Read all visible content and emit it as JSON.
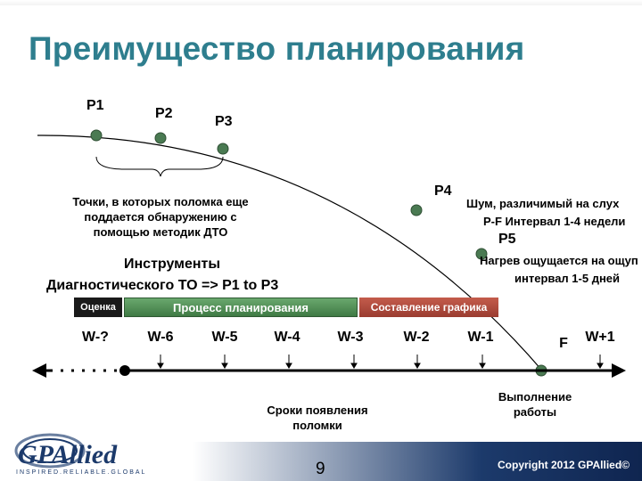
{
  "title": "Преимущество планирования",
  "points": [
    {
      "label": "P1"
    },
    {
      "label": "P2"
    },
    {
      "label": "P3"
    },
    {
      "label": "P4"
    },
    {
      "label": "P5"
    }
  ],
  "notes": {
    "p1_p3": [
      "Точки, в которых поломка еще",
      "поддается обнаружению с",
      "помощью методик ДТО"
    ],
    "p4_line1": "Шум, различимый на слух",
    "p4_line2": "P-F Интервал 1-4 недели",
    "p5_line1": "Нагрев ощущается на ощуп",
    "p5_line2": "интервал 1-5 дней"
  },
  "tools": {
    "line1": "Инструменты",
    "line2": "Диагностического ТО => P1 to P3"
  },
  "bars": {
    "assessment": "Оценка",
    "planning": "Процесс планирования",
    "scheduling": "Составление графика"
  },
  "weeks": [
    "W-?",
    "W-6",
    "W-5",
    "W-4",
    "W-3",
    "W-2",
    "W-1",
    "F",
    "W+1"
  ],
  "timeline": {
    "failure_timing": [
      "Сроки появления",
      "поломки"
    ],
    "execution": [
      "Выполнение",
      "работы"
    ]
  },
  "footer": {
    "page_number": "9",
    "copyright": "Copyright 2012 GPAllied©",
    "logo_text": "GPAllied",
    "logo_tagline": "INSPIRED.RELIABLE.GLOBAL"
  },
  "colors": {
    "title": "#2e7e8e",
    "point": "#4a7a52",
    "bar_dark": "#1a1a1a",
    "bar_green": "#4c8a50",
    "bar_red": "#b04a3c",
    "footer": "#1c3a6b"
  }
}
